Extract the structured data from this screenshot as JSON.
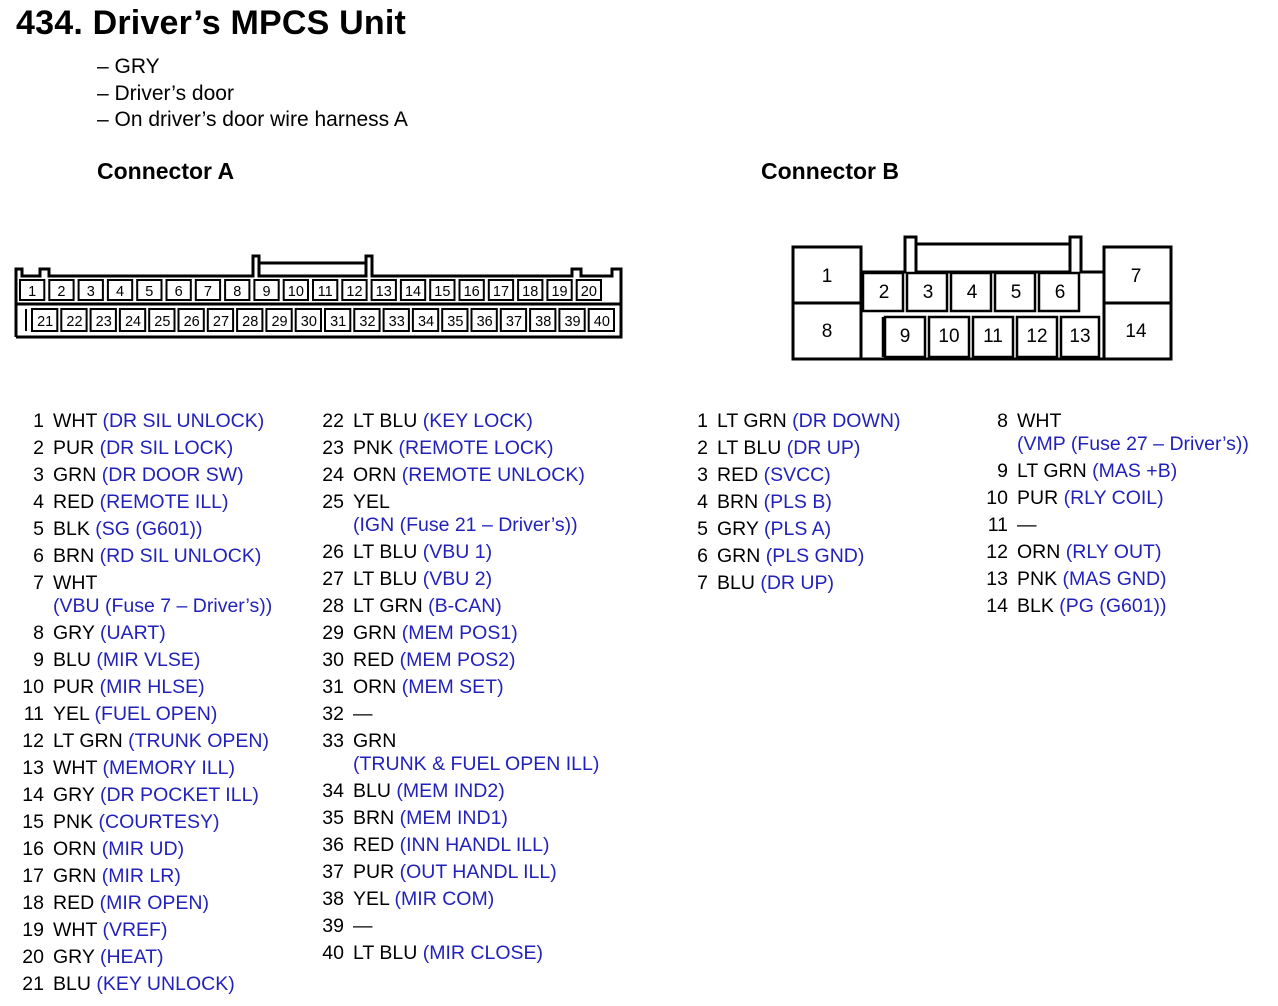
{
  "header": {
    "title": "434. Driver’s MPCS Unit",
    "info": [
      "– GRY",
      "– Driver’s door",
      "– On driver’s door wire harness A"
    ]
  },
  "connector_a": {
    "title": "Connector A",
    "pins": [
      {
        "num": "1",
        "color": "WHT",
        "signal": "(DR SIL UNLOCK)"
      },
      {
        "num": "2",
        "color": "PUR",
        "signal": "(DR SIL LOCK)"
      },
      {
        "num": "3",
        "color": "GRN",
        "signal": "(DR DOOR SW)"
      },
      {
        "num": "4",
        "color": "RED",
        "signal": "(REMOTE ILL)"
      },
      {
        "num": "5",
        "color": "BLK",
        "signal": "(SG (G601))"
      },
      {
        "num": "6",
        "color": "BRN",
        "signal": "(RD SIL UNLOCK)"
      },
      {
        "num": "7",
        "color": "WHT",
        "signal": "(VBU (Fuse 7 – Driver’s))",
        "wrap": true
      },
      {
        "num": "8",
        "color": "GRY",
        "signal": "(UART)"
      },
      {
        "num": "9",
        "color": "BLU",
        "signal": "(MIR VLSE)"
      },
      {
        "num": "10",
        "color": "PUR",
        "signal": "(MIR HLSE)"
      },
      {
        "num": "11",
        "color": "YEL",
        "signal": "(FUEL OPEN)"
      },
      {
        "num": "12",
        "color": "LT GRN",
        "signal": "(TRUNK OPEN)"
      },
      {
        "num": "13",
        "color": "WHT",
        "signal": "(MEMORY ILL)"
      },
      {
        "num": "14",
        "color": "GRY",
        "signal": "(DR POCKET ILL)"
      },
      {
        "num": "15",
        "color": "PNK",
        "signal": "(COURTESY)"
      },
      {
        "num": "16",
        "color": "ORN",
        "signal": "(MIR UD)"
      },
      {
        "num": "17",
        "color": "GRN",
        "signal": "(MIR LR)"
      },
      {
        "num": "18",
        "color": "RED",
        "signal": "(MIR OPEN)"
      },
      {
        "num": "19",
        "color": "WHT",
        "signal": "(VREF)"
      },
      {
        "num": "20",
        "color": "GRY",
        "signal": "(HEAT)"
      },
      {
        "num": "21",
        "color": "BLU",
        "signal": "(KEY UNLOCK)"
      },
      {
        "num": "22",
        "color": "LT BLU",
        "signal": "(KEY LOCK)"
      },
      {
        "num": "23",
        "color": "PNK",
        "signal": "(REMOTE LOCK)"
      },
      {
        "num": "24",
        "color": "ORN",
        "signal": "(REMOTE UNLOCK)"
      },
      {
        "num": "25",
        "color": "YEL",
        "signal": "(IGN (Fuse 21 – Driver’s))",
        "wrap": true
      },
      {
        "num": "26",
        "color": "LT BLU",
        "signal": "(VBU 1)"
      },
      {
        "num": "27",
        "color": "LT BLU",
        "signal": "(VBU 2)"
      },
      {
        "num": "28",
        "color": "LT GRN",
        "signal": "(B-CAN)"
      },
      {
        "num": "29",
        "color": "GRN",
        "signal": "(MEM POS1)"
      },
      {
        "num": "30",
        "color": "RED",
        "signal": "(MEM POS2)"
      },
      {
        "num": "31",
        "color": "ORN",
        "signal": "(MEM SET)"
      },
      {
        "num": "32",
        "color": "—",
        "signal": ""
      },
      {
        "num": "33",
        "color": "GRN",
        "signal": "(TRUNK & FUEL OPEN ILL)",
        "wrap": true
      },
      {
        "num": "34",
        "color": "BLU",
        "signal": "(MEM IND2)"
      },
      {
        "num": "35",
        "color": "BRN",
        "signal": "(MEM IND1)"
      },
      {
        "num": "36",
        "color": "RED",
        "signal": "(INN HANDL ILL)"
      },
      {
        "num": "37",
        "color": "PUR",
        "signal": "(OUT HANDL ILL)"
      },
      {
        "num": "38",
        "color": "YEL",
        "signal": "(MIR COM)"
      },
      {
        "num": "39",
        "color": "—",
        "signal": ""
      },
      {
        "num": "40",
        "color": "LT BLU",
        "signal": "(MIR CLOSE)"
      }
    ]
  },
  "connector_b": {
    "title": "Connector B",
    "pins": [
      {
        "num": "1",
        "color": "LT GRN",
        "signal": "(DR DOWN)"
      },
      {
        "num": "2",
        "color": "LT BLU",
        "signal": "(DR UP)"
      },
      {
        "num": "3",
        "color": "RED",
        "signal": "(SVCC)"
      },
      {
        "num": "4",
        "color": "BRN",
        "signal": "(PLS B)"
      },
      {
        "num": "5",
        "color": "GRY",
        "signal": "(PLS A)"
      },
      {
        "num": "6",
        "color": "GRN",
        "signal": "(PLS GND)"
      },
      {
        "num": "7",
        "color": "BLU",
        "signal": "(DR UP)"
      },
      {
        "num": "8",
        "color": "WHT",
        "signal": "(VMP (Fuse 27 – Driver’s))",
        "wrap": true
      },
      {
        "num": "9",
        "color": "LT GRN",
        "signal": "(MAS +B)"
      },
      {
        "num": "10",
        "color": "PUR",
        "signal": "(RLY COIL)"
      },
      {
        "num": "11",
        "color": "—",
        "signal": ""
      },
      {
        "num": "12",
        "color": "ORN",
        "signal": "(RLY OUT)"
      },
      {
        "num": "13",
        "color": "PNK",
        "signal": "(MAS GND)"
      },
      {
        "num": "14",
        "color": "BLK",
        "signal": "(PG (G601))"
      }
    ]
  },
  "colors": {
    "signal_text": "#2222bb",
    "line": "#000000"
  }
}
